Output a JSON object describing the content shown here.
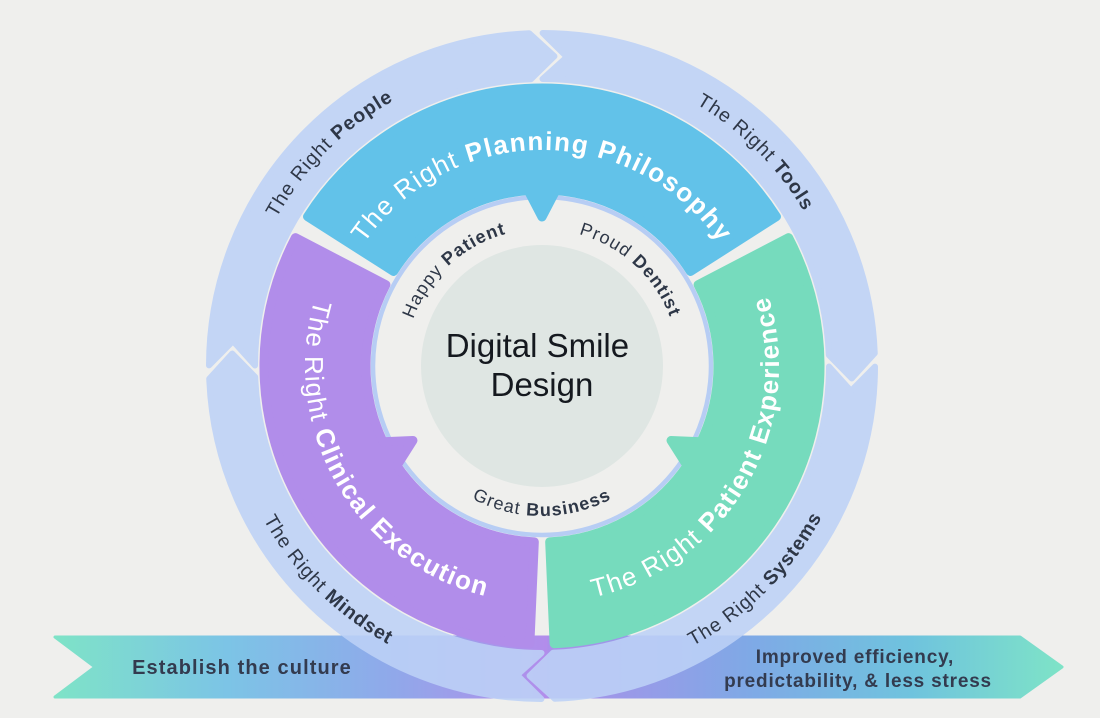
{
  "background": "#efefed",
  "center": {
    "line1": "Digital Smile",
    "line2": "Design",
    "circle_color": "#dfe6e3",
    "text_color": "#15191f"
  },
  "inner_labels": {
    "text_color": "#2e3747",
    "line_color": "#b7cdf4",
    "items": [
      {
        "id": "happy-patient",
        "pre": "Happy ",
        "bold": "Patient",
        "position": "upper-left"
      },
      {
        "id": "proud-dentist",
        "pre": "Proud ",
        "bold": "Dentist",
        "position": "upper-right"
      },
      {
        "id": "great-business",
        "pre": "Great ",
        "bold": "Business",
        "position": "bottom"
      }
    ]
  },
  "arc_ring": {
    "text_color": "#ffffff",
    "items": [
      {
        "id": "planning-philosophy",
        "pre": "The Right ",
        "bold": "Planning Philosophy",
        "color": "#62c2e9",
        "position": "top"
      },
      {
        "id": "patient-experience",
        "pre": "The Right ",
        "bold": "Patient Experience",
        "color": "#76dbbd",
        "position": "bottom-right"
      },
      {
        "id": "clinical-execution",
        "pre": "The Right ",
        "bold": "Clinical Execution",
        "color": "#b18dea",
        "position": "bottom-left"
      }
    ]
  },
  "outer_ring": {
    "color": "#bdd2f7",
    "text_color": "#2e3747",
    "items": [
      {
        "id": "people",
        "pre": "The Right ",
        "bold": "People",
        "position": "top-left"
      },
      {
        "id": "tools",
        "pre": "The Right ",
        "bold": "Tools",
        "position": "top-right"
      },
      {
        "id": "systems",
        "pre": "The Right ",
        "bold": "Systems",
        "position": "bottom-right"
      },
      {
        "id": "mindset",
        "pre": "The Right ",
        "bold": "Mindset",
        "position": "bottom-left"
      }
    ]
  },
  "ribbons": {
    "text_color": "#333b4f",
    "left": {
      "text": "Establish the culture",
      "gradient": [
        "#7ee3c7",
        "#7cc4e6",
        "#8fa9ea",
        "#b28deb"
      ]
    },
    "right": {
      "line1": "Improved efficiency,",
      "line2": "predictability, & less stress",
      "gradient": [
        "#b18cea",
        "#7fa9e6",
        "#6fc3de",
        "#7ee3c7"
      ]
    }
  }
}
